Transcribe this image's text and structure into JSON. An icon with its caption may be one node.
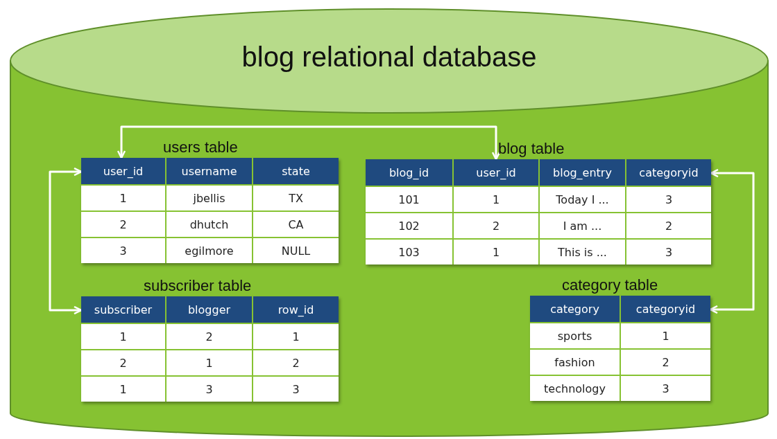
{
  "diagram": {
    "nodes": [
      {
        "text": [
          "blog relational database"
        ]
      },
      {
        "text": [
          "users table"
        ],
        "in": 0
      },
      {
        "text": [
          "blog table"
        ],
        "in": 0
      },
      {
        "text": [
          "subscriber table"
        ],
        "in": 0
      },
      {
        "text": [
          "category table"
        ],
        "in": 0
      }
    ],
    "edges": [
      {
        "from": 1,
        "to": 2,
        "arrow": "both"
      },
      {
        "from": 1,
        "to": 3,
        "arrow": "both"
      },
      {
        "from": 2,
        "to": 4,
        "arrow": "both"
      }
    ],
    "labels": [
      "user_id",
      "username",
      "state",
      "1",
      "jbellis",
      "TX",
      "2",
      "dhutch",
      "CA",
      "3",
      "egilmore",
      "NULL",
      "blog_id",
      "user_id",
      "blog_entry",
      "categoryid",
      "101",
      "1",
      "Today I ...",
      "3",
      "102",
      "2",
      "I am ...",
      "2",
      "103",
      "1",
      "This is ...",
      "3",
      "subscriber",
      "blogger",
      "row_id",
      "1",
      "2",
      "1",
      "2",
      "1",
      "2",
      "1",
      "3",
      "3",
      "category",
      "categoryid",
      "sports",
      "1",
      "fashion",
      "2",
      "technology",
      "3"
    ]
  }
}
